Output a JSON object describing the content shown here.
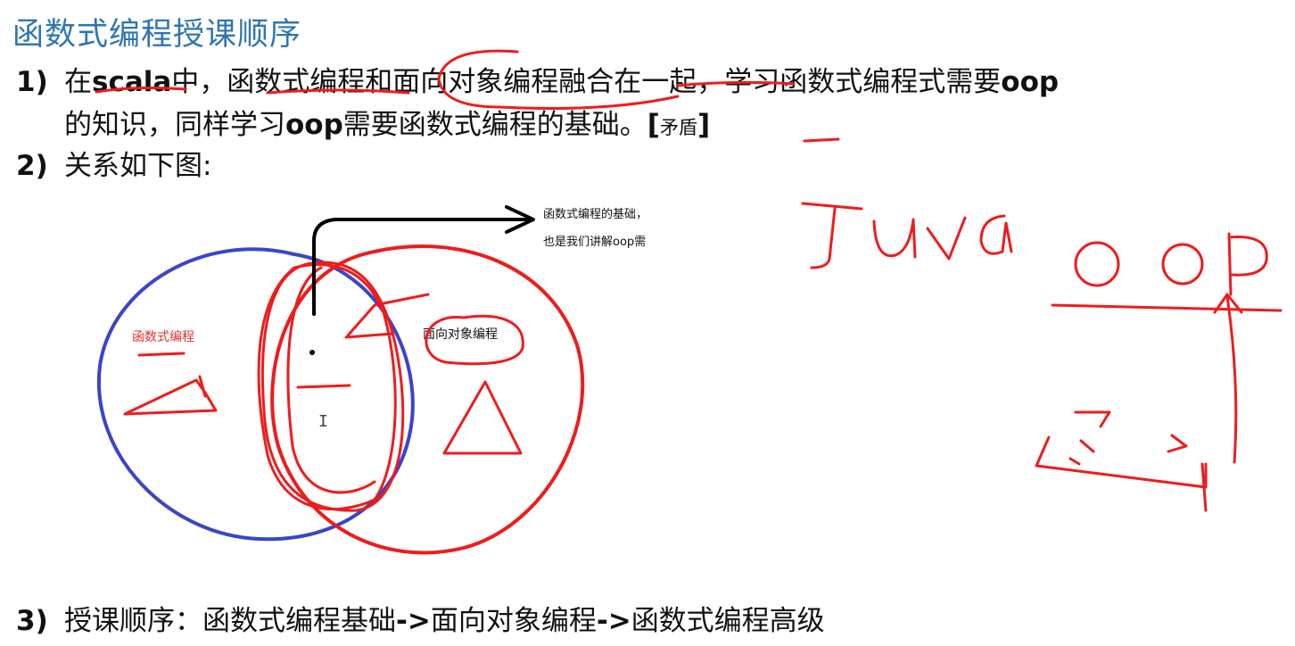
{
  "slide": {
    "title": "函数式编程授课顺序",
    "items": [
      {
        "number": "1)",
        "line1": {
          "pre": "在",
          "scala": "scala",
          "mid": "中，函数式编程和面向对象编程融合在一起，学习函数式编程式需要",
          "oop": "oop"
        },
        "line2": {
          "pre": "的知识，同样学习",
          "oop": "oop",
          "mid": "需要函数式编程的基础。",
          "br_open": "[",
          "small": "矛盾",
          "br_close": "]"
        }
      },
      {
        "number": "2)",
        "text": "关系如下图:"
      },
      {
        "number": "3)",
        "text_a": "授课顺序：函数式编程基础",
        "arrow1": "->",
        "text_b": "面向对象编程",
        "arrow2": "->",
        "text_c": "函数式编程高级"
      }
    ]
  },
  "diagram": {
    "left_label": "函数式编程",
    "right_label": "面向对象编程",
    "note_line1": "函数式编程的基础，",
    "note_line2": "也是我们讲解oop需",
    "cursor": "I"
  },
  "annotation_colors": {
    "blue": "#3a45c8",
    "red": "#ee1c1c",
    "black": "#000000",
    "label_red": "#e83030"
  }
}
